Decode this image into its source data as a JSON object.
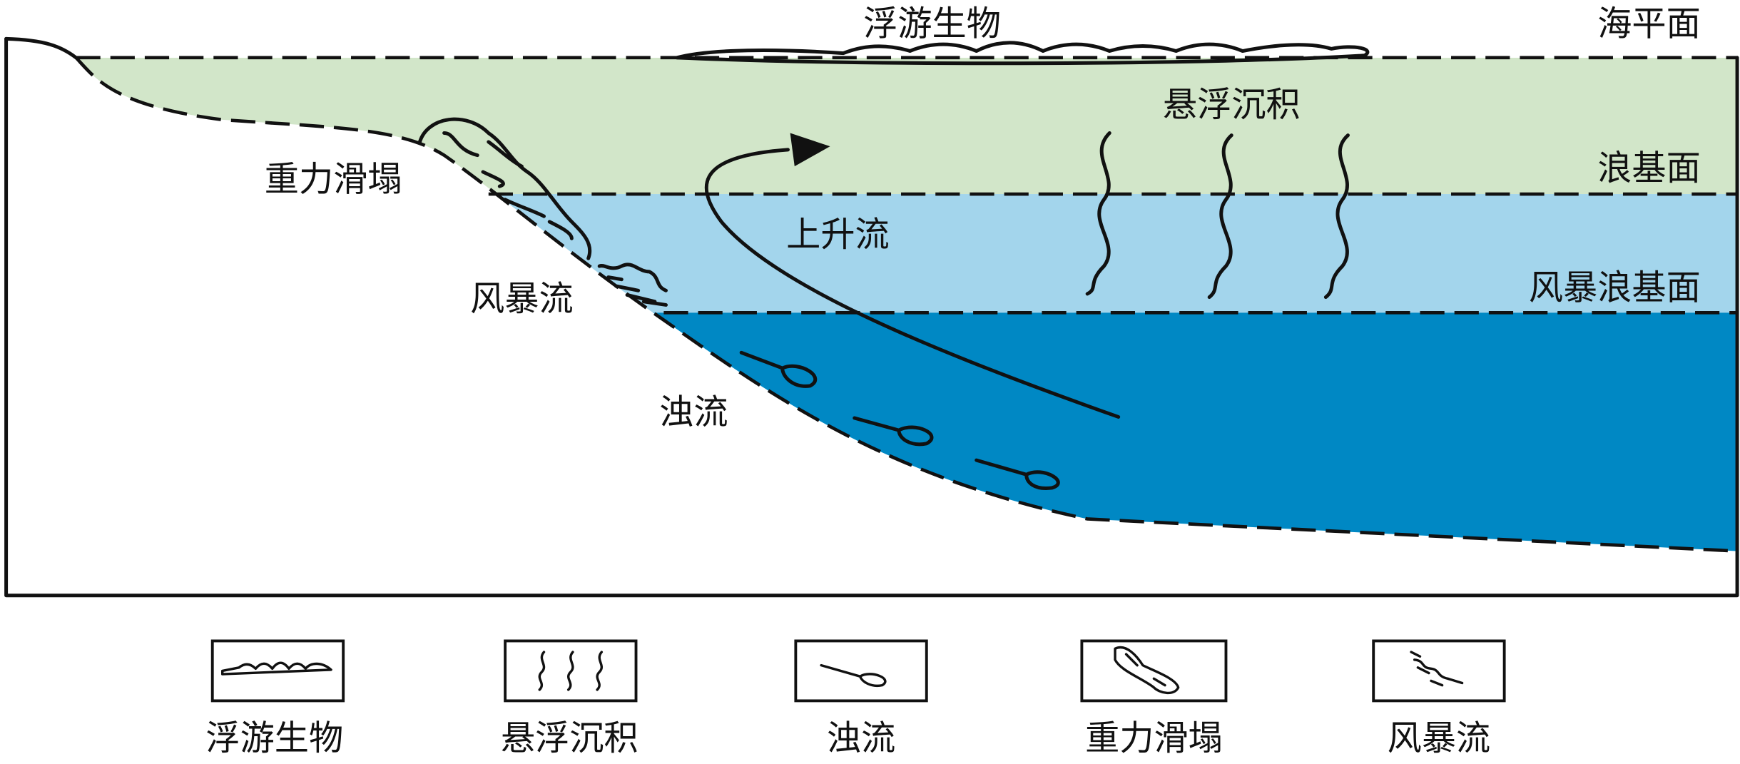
{
  "labels": {
    "plankton": "浮游生物",
    "sea_level": "海平面",
    "suspension": "悬浮沉积",
    "wave_base": "浪基面",
    "upwelling": "上升流",
    "storm_wave_base": "风暴浪基面",
    "gravity_slump": "重力滑塌",
    "storm_flow": "风暴流",
    "turbidity": "浊流"
  },
  "legend": [
    {
      "label": "浮游生物"
    },
    {
      "label": "悬浮沉积"
    },
    {
      "label": "浊流"
    },
    {
      "label": "重力滑塌"
    },
    {
      "label": "风暴流"
    }
  ],
  "colors": {
    "shallow": "#d2e6c9",
    "middle": "#a3d5ec",
    "deep": "#0088c4"
  }
}
